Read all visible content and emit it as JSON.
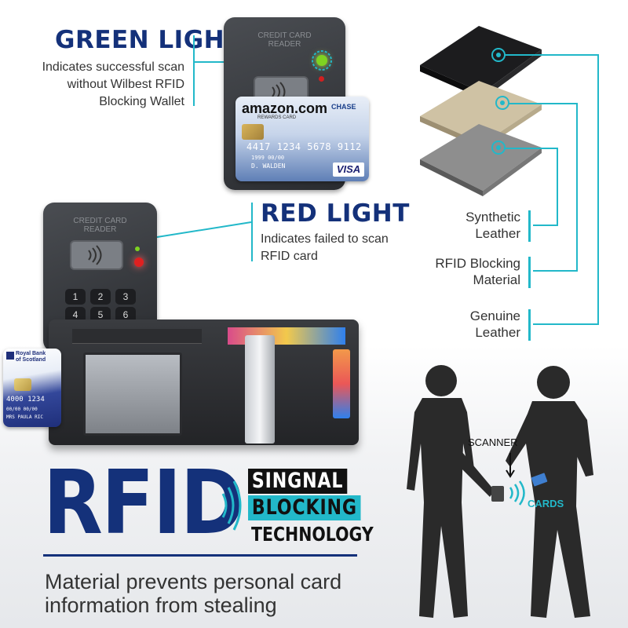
{
  "green_light": {
    "title": "GREEN LIGHT",
    "desc_lines": [
      "Indicates successful scan",
      "without Wilbest RFID",
      "Blocking Wallet"
    ]
  },
  "red_light": {
    "title": "RED LIGHT",
    "desc_lines": [
      "Indicates failed to scan",
      "RFID card"
    ]
  },
  "reader": {
    "label_line1": "CREDIT CARD",
    "label_line2": "READER"
  },
  "keypad": [
    "1",
    "2",
    "3",
    "4",
    "5",
    "6"
  ],
  "amazon_card": {
    "brand": "amazon.com",
    "sub": "REWARDS CARD",
    "bank": "CHASE",
    "number": "4417 1234 5678 9112",
    "expiry": "1999   00/00",
    "holder": "D. WALDEN",
    "network": "VISA"
  },
  "rbs_card": {
    "bank_line1": "Royal Bank",
    "bank_line2": "of Scotland",
    "number": "4000 1234",
    "expiry": "00/00  00/00",
    "holder": "MRS PAULA RIC"
  },
  "layers": [
    {
      "line1": "Synthetic",
      "line2": "Leather"
    },
    {
      "line1": "RFID Blocking",
      "line2": "Material"
    },
    {
      "line1": "Genuine",
      "line2": "Leather"
    }
  ],
  "scene": {
    "scanner_label": "SCANNER",
    "cards_label": "CARDS"
  },
  "headline": {
    "big": "RFID",
    "line1": "SINGNAL",
    "line2": "BLOCKING",
    "line3": "TECHNOLOGY"
  },
  "tagline_lines": [
    "Material prevents personal card",
    "information from stealing"
  ],
  "colors": {
    "navy": "#14317a",
    "cyan": "#22b8c9",
    "green_led": "#7ed321",
    "red_led": "#e02020"
  }
}
